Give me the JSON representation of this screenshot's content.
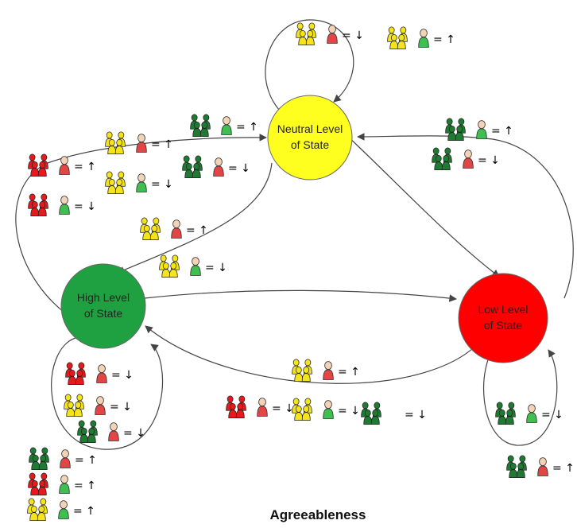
{
  "title": "Agreeableness",
  "colors": {
    "red": "#e8191c",
    "yellow": "#f5e41b",
    "green": "#1fa141",
    "dark_green": "#1f7a32",
    "person_red": "#e24545",
    "person_green": "#3fbf4f"
  },
  "states": {
    "neutral": {
      "line1": "Neutral Level",
      "line2": "of State",
      "color": "#ffff1f"
    },
    "high": {
      "line1": "High Level",
      "line2": "of State",
      "color": "#1fa141"
    },
    "low": {
      "line1": "Low Level",
      "line2": "of State",
      "color": "#ff0000"
    }
  },
  "rules": {
    "neutral_self": [
      {
        "group": "yellow",
        "person": "red",
        "text": "= ↓"
      },
      {
        "group": "yellow",
        "person": "green",
        "text": "= ↑"
      }
    ],
    "to_neutral_from_high": [
      {
        "group": "red",
        "person": "red",
        "text": "= ↑"
      },
      {
        "group": "yellow",
        "person": "red",
        "text": "= ↑"
      },
      {
        "group": "green",
        "person": "green",
        "text": "= ↑"
      },
      {
        "group": "red",
        "person": "green",
        "text": "= ↓"
      },
      {
        "group": "yellow",
        "person": "green",
        "text": "= ↓"
      },
      {
        "group": "green",
        "person": "red",
        "text": "= ↓"
      }
    ],
    "neutral_to_high": [
      {
        "group": "yellow",
        "person": "red",
        "text": "= ↑"
      },
      {
        "group": "yellow",
        "person": "green",
        "text": "= ↓"
      }
    ],
    "low_to_neutral": [
      {
        "group": "green",
        "person": "green",
        "text": "= ↑"
      },
      {
        "group": "green",
        "person": "red",
        "text": "= ↓"
      }
    ],
    "high_self": [
      {
        "group": "red",
        "person": "red",
        "text": "= ↓"
      },
      {
        "group": "yellow",
        "person": "red",
        "text": "= ↓"
      },
      {
        "group": "green",
        "person": "red",
        "text": "= ↓"
      }
    ],
    "high_bottom": [
      {
        "group": "green",
        "person": "red",
        "text": "= ↑"
      },
      {
        "group": "red",
        "person": "green",
        "text": "= ↑"
      },
      {
        "group": "yellow",
        "person": "green",
        "text": "= ↑"
      }
    ],
    "low_to_high": [
      {
        "group": "yellow",
        "person": "red",
        "text": "= ↑"
      }
    ],
    "low_to_high_row": [
      {
        "group": "red",
        "person": "red",
        "text": "= ↓"
      },
      {
        "group": "yellow",
        "person": "green",
        "text": "= ↓"
      },
      {
        "group": "green",
        "person": "",
        "text": "= ↓"
      }
    ],
    "low_self": [
      {
        "group": "green",
        "person": "green",
        "text": "= ↓"
      }
    ],
    "low_bottom": [
      {
        "group": "green",
        "person": "red",
        "text": "= ↑"
      }
    ]
  }
}
